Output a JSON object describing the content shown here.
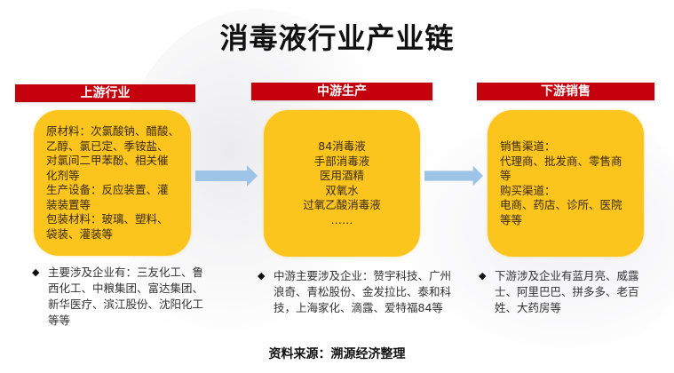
{
  "title": "消毒液行业产业链",
  "colors": {
    "header_red": "#c4000c",
    "box_yellow": "#fbc51e",
    "arrow_blue": "#9dc3e6"
  },
  "stages": [
    {
      "header": "上游行业",
      "lines": [
        "原材料：次氯酸钠、醋酸、",
        "乙醇、氯已定、季铵盐、",
        "对氯间二甲苯酚、相关催",
        "化剂等",
        "生产设备：反应装置、灌",
        "装装置等",
        "包装材料：玻璃、塑料、",
        "袋装、灌装等"
      ],
      "note": "主要涉及企业有：三友化工、鲁西化工、中粮集团、富达集团、新华医疗、滨江股份、沈阳化工等等"
    },
    {
      "header": "中游生产",
      "lines": [
        "84消毒液",
        "手部消毒液",
        "医用酒精",
        "双氧水",
        "过氧乙酸消毒液",
        "……"
      ],
      "note": "中游主要涉及企业：赞宇科技、广州浪奇、青松股份、金发拉比、泰和科技，上海家化、滴露、爱特福84等"
    },
    {
      "header": "下游销售",
      "lines": [
        "销售渠道：",
        "代理商、批发商、零售商",
        "等",
        "购买渠道：",
        "电商、药店、诊所、医院",
        "等等"
      ],
      "note": "下游涉及企业有蓝月亮、威露士、阿里巴巴、拼多多、老百姓、大药房等"
    }
  ],
  "bullet_icon": "◆",
  "source": "资料来源：溯源经济整理"
}
